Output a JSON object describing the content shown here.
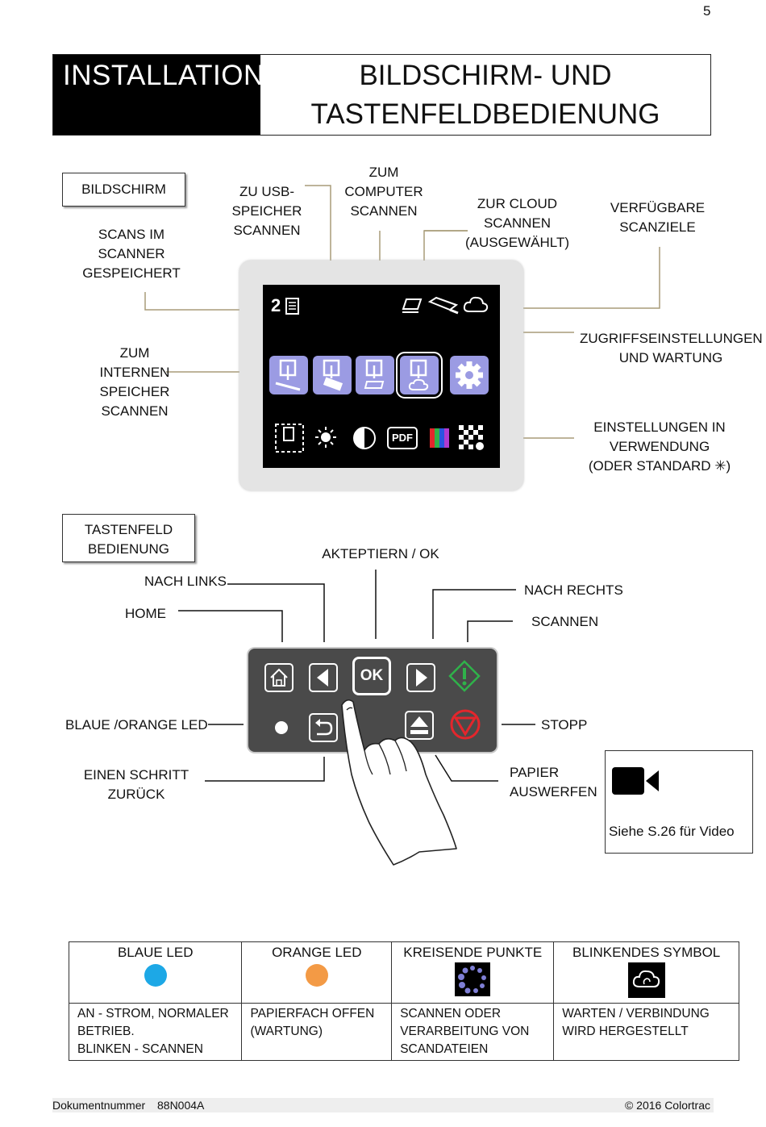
{
  "page_number": "5",
  "header": {
    "left": "INSTALLATION",
    "right_line1": "BILDSCHIRM- UND",
    "right_line2": "TASTENFELDBEDIENUNG"
  },
  "screen_section": {
    "title": "BILDSCHIRM",
    "labels": {
      "scans_stored": [
        "SCANS IM",
        "SCANNER",
        "GESPEICHERT"
      ],
      "usb": [
        "ZU USB-",
        "SPEICHER",
        "SCANNEN"
      ],
      "computer": [
        "ZUM",
        "COMPUTER",
        "SCANNEN"
      ],
      "cloud": [
        "ZUR CLOUD",
        "SCANNEN",
        "(AUSGEWÄHLT)"
      ],
      "targets": [
        "VERFÜGBARE",
        "SCANZIELE"
      ],
      "internal": [
        "ZUM",
        "INTERNEN",
        "SPEICHER",
        "SCANNEN"
      ],
      "access": [
        "ZUGRIFFSEINSTELLUNGEN",
        "UND WARTUNG"
      ],
      "settings": [
        "EINSTELLUNGEN IN",
        "VERWENDUNG",
        "(ODER STANDARD ✳)"
      ]
    },
    "display": {
      "count": "2",
      "pdf": "PDF"
    }
  },
  "keypad_section": {
    "title": [
      "TASTENFELD",
      "BEDIENUNG"
    ],
    "labels": {
      "ok": "AKTEPTIERN / OK",
      "left": "NACH LINKS",
      "home": "HOME",
      "right": "NACH RECHTS",
      "scan": "SCANNEN",
      "led": "BLAUE /ORANGE LED",
      "stop": "STOPP",
      "back": [
        "EINEN SCHRITT",
        "ZURÜCK"
      ],
      "eject": [
        "PAPIER",
        "AUSWERFEN"
      ]
    },
    "ok_key": "OK"
  },
  "video": {
    "text": "Siehe S.26 für Video",
    "icon": "video-camera-icon"
  },
  "led_table": {
    "headers": [
      "BLAUE LED",
      "ORANGE LED",
      "KREISENDE PUNKTE",
      "BLINKENDES SYMBOL"
    ],
    "rows": [
      [
        "AN - STROM, NORMALER",
        "BETRIEB.",
        "BLINKEN - SCANNEN"
      ],
      [
        "PAPIERFACH OFFEN",
        "(WARTUNG)"
      ],
      [
        "SCANNEN ODER",
        "VERARBEITUNG VON",
        "SCANDATEIEN"
      ],
      [
        "WARTEN / VERBINDUNG",
        "WIRD HERGESTELLT"
      ]
    ],
    "colors": {
      "blue": "#1da8e6",
      "orange": "#f39a45"
    }
  },
  "footer": {
    "doc_label": "Dokumentnummer",
    "doc_number": "88N004A",
    "copyright": "© 2016 Colortrac"
  },
  "colors": {
    "callout_line": "#a89c78",
    "tile": "#9b9be3",
    "scan_green": "#2fb24a",
    "stop_red": "#e3262c"
  }
}
